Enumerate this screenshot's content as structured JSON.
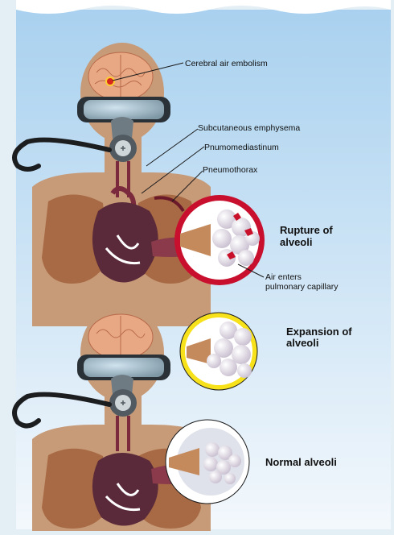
{
  "labels": {
    "cerebral": "Cerebral air embolism",
    "subcutaneous": "Subcutaneous emphysema",
    "pnumo": "Pnumomediastinum",
    "pneumothorax": "Pneumothorax",
    "rupture_1": "Rupture of",
    "rupture_2": "alveoli",
    "air_1": "Air enters",
    "air_2": "pulmonary capillary",
    "expansion_1": "Expansion of",
    "expansion_2": "alveoli",
    "normal": "Normal alveoli"
  },
  "colors": {
    "background_top": "#a9d1ef",
    "background_bottom": "#f3f8fc",
    "body": "#c79a78",
    "lung": "#a86a44",
    "heart": "#5a2a3a",
    "blood_red": "#c9102a",
    "alveoli": "#e4dde8",
    "rupture_ring": "#c8102e",
    "expansion_ring": "#f6e11a",
    "brain": "#e8a884",
    "mask": "#6f7b83"
  }
}
